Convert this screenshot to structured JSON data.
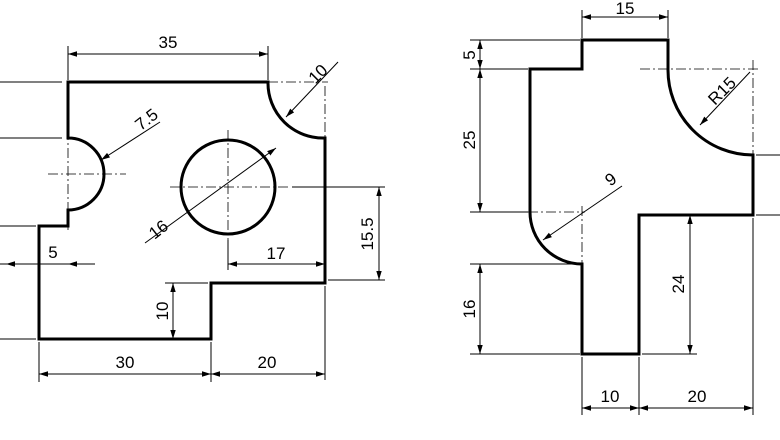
{
  "drawing_left": {
    "dims": {
      "top_width": "35",
      "corner_radius": "10",
      "left_radius": "7.5",
      "hole_diameter": "16",
      "offset_left": "5",
      "hole_offset": "17",
      "hole_height": "15.5",
      "step_height": "10",
      "bottom_left": "30",
      "bottom_right": "20"
    }
  },
  "drawing_right": {
    "dims": {
      "top_width": "15",
      "top_offset": "5",
      "upper_height": "25",
      "arc_radius": "R15",
      "inner_radius": "9",
      "lower_height": "16",
      "right_height": "24",
      "bottom_left": "10",
      "bottom_right": "20"
    }
  }
}
